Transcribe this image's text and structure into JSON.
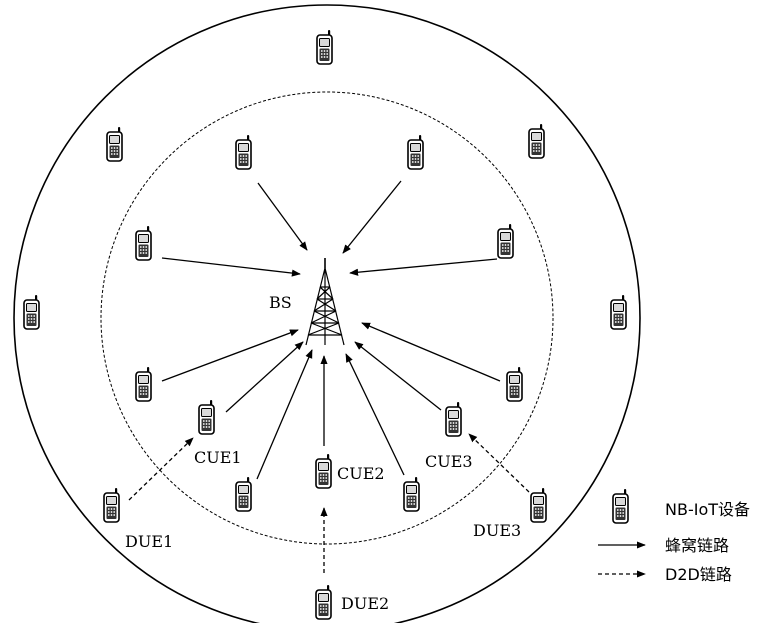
{
  "diagram": {
    "base_station_label": "BS",
    "cue_labels": [
      "CUE1",
      "CUE2",
      "CUE3"
    ],
    "due_labels": [
      "DUE1",
      "DUE2",
      "DUE3"
    ]
  },
  "legend": {
    "device": "NB-IoT设备",
    "cellular_link": "蜂窝链路",
    "d2d_link": "D2D链路"
  },
  "colors": {
    "line": "#000000",
    "background": "#ffffff"
  }
}
